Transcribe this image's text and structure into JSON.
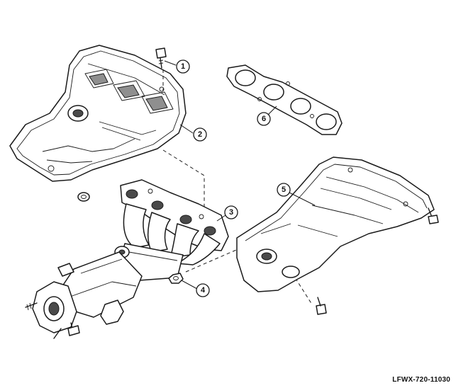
{
  "diagram": {
    "callouts": [
      {
        "id": 1,
        "label": "1"
      },
      {
        "id": 2,
        "label": "2"
      },
      {
        "id": 3,
        "label": "3"
      },
      {
        "id": 4,
        "label": "4"
      },
      {
        "id": 5,
        "label": "5"
      },
      {
        "id": 6,
        "label": "6"
      }
    ],
    "figure_code": "LFWX-720-11030",
    "line_color": "#1a1a1a",
    "shade_color": "#8f8f8f"
  }
}
